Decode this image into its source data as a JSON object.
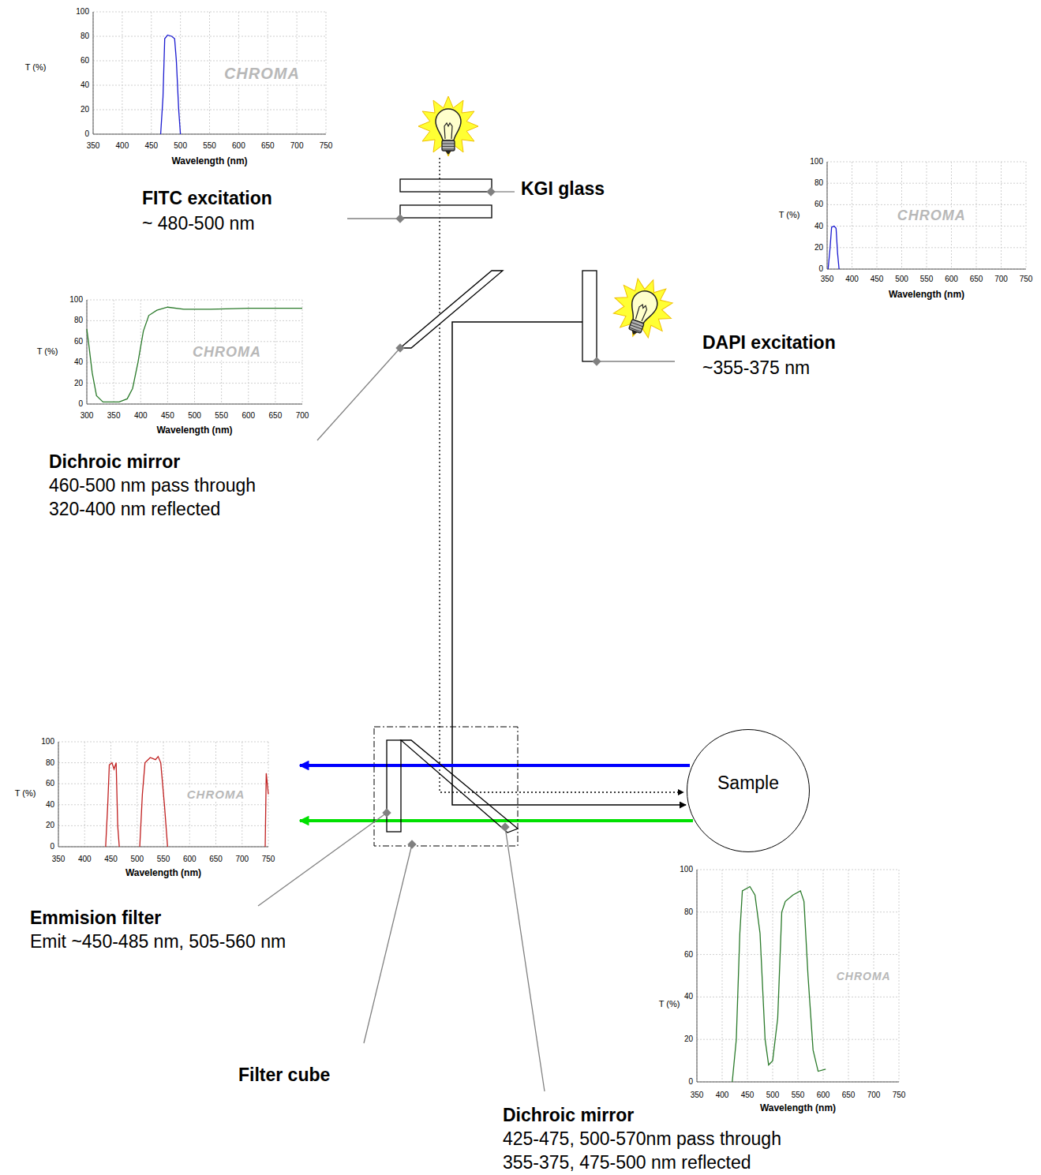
{
  "diagram": {
    "nodes": [
      {
        "text": [
          "Sample"
        ]
      }
    ],
    "labels": [
      "0",
      "20",
      "40",
      "60",
      "80",
      "100",
      "T (%)",
      "350",
      "400",
      "450",
      "500",
      "550",
      "600",
      "650",
      "700",
      "750",
      "Wavelength (nm)",
      "CHROMA",
      "FITC excitation",
      "~ 480-500 nm",
      "KGI glass",
      "0",
      "20",
      "40",
      "60",
      "80",
      "100",
      "T (%)",
      "350",
      "400",
      "450",
      "500",
      "550",
      "600",
      "650",
      "700",
      "750",
      "Wavelength (nm)",
      "CHROMA",
      "DAPI excitation",
      "~355-375 nm",
      "0",
      "20",
      "40",
      "60",
      "80",
      "100",
      "T (%)",
      "300",
      "350",
      "400",
      "450",
      "500",
      "550",
      "600",
      "650",
      "700",
      "Wavelength (nm)",
      "CHROMA",
      "Dichroic mirror",
      "460-500 nm pass through",
      "320-400 nm reflected",
      "0",
      "20",
      "40",
      "60",
      "80",
      "100",
      "T (%)",
      "350",
      "400",
      "450",
      "500",
      "550",
      "600",
      "650",
      "700",
      "750",
      "Wavelength (nm)",
      "CHROMA",
      "Emmision filter",
      "Emit ~450-485 nm, 505-560 nm",
      "Filter cube",
      "0",
      "20",
      "40",
      "60",
      "80",
      "100",
      "T (%)",
      "350",
      "400",
      "450",
      "500",
      "550",
      "600",
      "650",
      "700",
      "750",
      "Wavelength (nm)",
      "CHROMA",
      "Dichroic mirror",
      "425-475, 500-570nm pass through",
      "355-375, 475-500 nm reflected"
    ]
  }
}
